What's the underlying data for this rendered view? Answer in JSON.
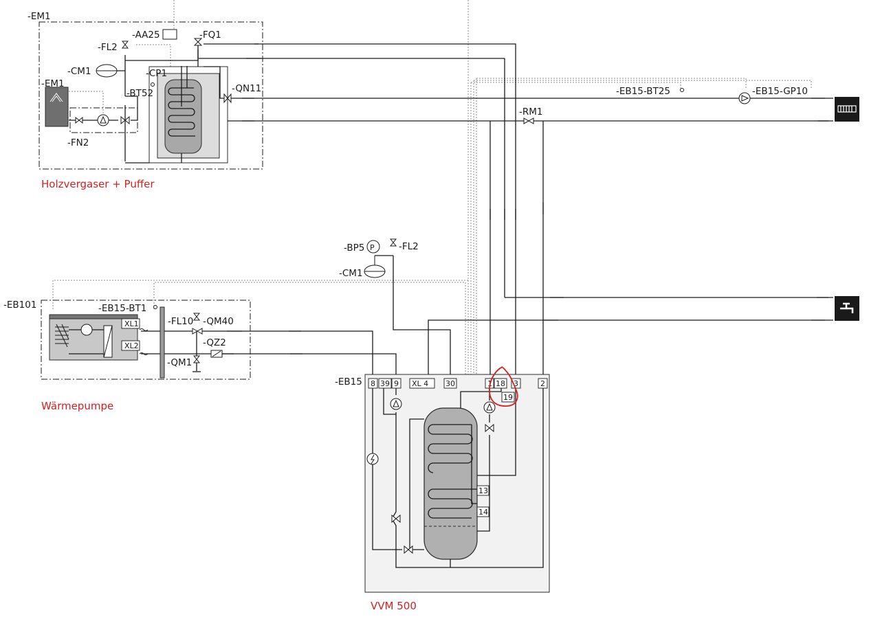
{
  "sections": {
    "wood_gasifier": "Holzvergaser + Puffer",
    "heat_pump": "Wärmepumpe",
    "indoor_module": "VVM 500"
  },
  "accent_color": "#d62020",
  "labels": {
    "em1_box": "-EM1",
    "em1_unit": "-EM1",
    "aa25": "-AA25",
    "fq1": "-FQ1",
    "fl2_top": "-FL2",
    "cm1_top": "-CM1",
    "cp1": "-CP1",
    "bt52": "-BT52",
    "qn11": "-QN11",
    "fn2": "-FN2",
    "eb15_bt25": "-EB15-BT25",
    "eb15_gp10": "-EB15-GP10",
    "rm1": "-RM1",
    "bp5": "-BP5",
    "fl2_mid": "-FL2",
    "cm1_mid": "-CM1",
    "eb101": "-EB101",
    "eb15_bt1": "-EB15-BT1",
    "fl10": "-FL10",
    "qm40": "-QM40",
    "qz2": "-QZ2",
    "qm1": "-QM1",
    "eb15": "-EB15",
    "xl1": "XL1",
    "xl2": "XL2"
  },
  "terminals": {
    "t8": "8",
    "t39": "39",
    "t9": "9",
    "txl4": "XL  4",
    "t30": "30",
    "t1": "1",
    "t18": "18",
    "t19": "19",
    "t3": "3",
    "t2": "2",
    "t13": "13",
    "t14": "14"
  },
  "icons": [
    "radiator-icon",
    "hot-water-tap-icon",
    "pump-icon",
    "valve-icon",
    "expansion-vessel-icon",
    "pressure-sensor-icon",
    "heater-icon"
  ]
}
